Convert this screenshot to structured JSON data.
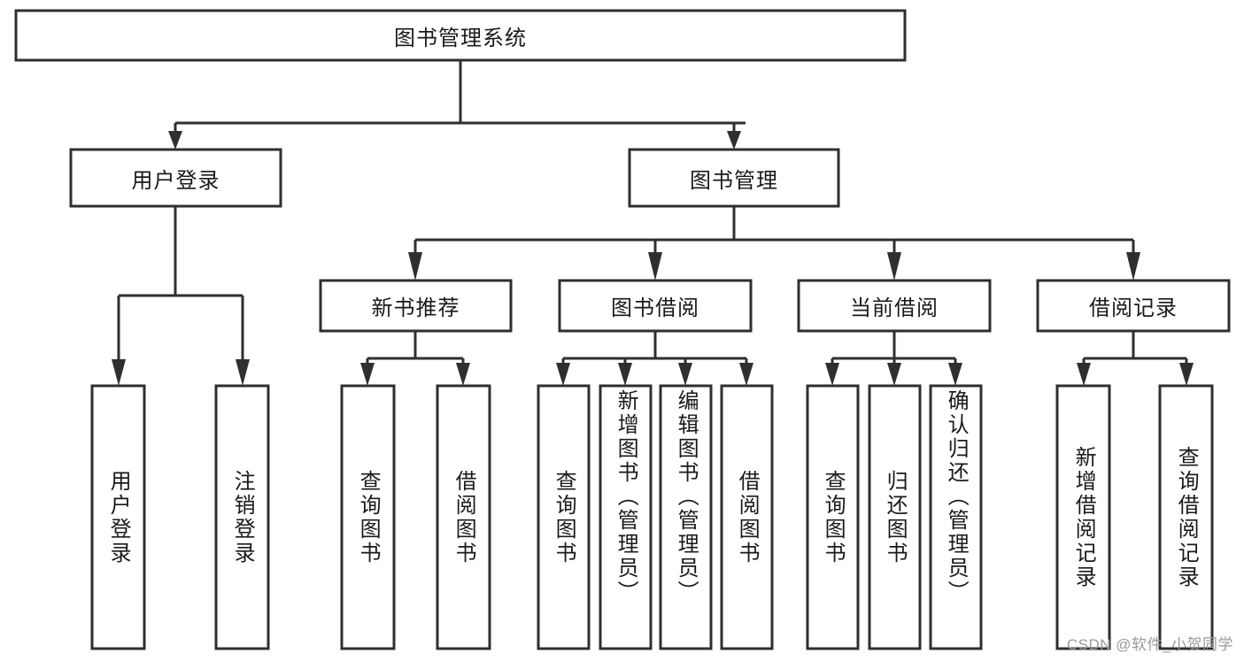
{
  "diagram": {
    "title": "图书管理系统",
    "type": "hierarchy-tree",
    "root": {
      "label": "图书管理系统"
    },
    "level2": [
      {
        "label": "用户登录"
      },
      {
        "label": "图书管理"
      }
    ],
    "level3": [
      {
        "label": "新书推荐"
      },
      {
        "label": "图书借阅"
      },
      {
        "label": "当前借阅"
      },
      {
        "label": "借阅记录"
      }
    ],
    "leaves": {
      "user_login": [
        {
          "label": "用户登录"
        },
        {
          "label": "注销登录"
        }
      ],
      "new_book_recommend": [
        {
          "label": "查询图书"
        },
        {
          "label": "借阅图书"
        }
      ],
      "book_borrow": [
        {
          "label": "查询图书"
        },
        {
          "label": "新增图书（管理员）"
        },
        {
          "label": "编辑图书（管理员）"
        },
        {
          "label": "借阅图书"
        }
      ],
      "current_borrow": [
        {
          "label": "查询图书"
        },
        {
          "label": "归还图书"
        },
        {
          "label": "确认归还（管理员）"
        }
      ],
      "borrow_record": [
        {
          "label": "新增借阅记录"
        },
        {
          "label": "查询借阅记录"
        }
      ]
    }
  },
  "watermark": {
    "text": "CSDN @软件_小贺同学"
  },
  "colors": {
    "stroke": "#2f2f2f",
    "fill": "#ffffff",
    "text": "#1a1a1a",
    "watermark": "#9a9a9a"
  }
}
